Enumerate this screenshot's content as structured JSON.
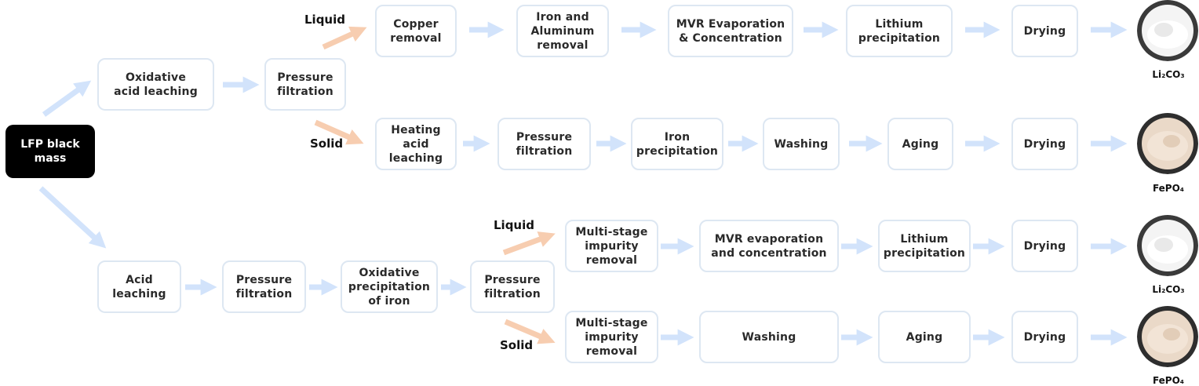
{
  "colors": {
    "blue_arrow": "#d2e3fb",
    "orange_arrow": "#f7cdb0",
    "box_border": "#dde7f2",
    "start_bg": "#000000"
  },
  "start": {
    "label": "LFP black\nmass"
  },
  "branch_labels": {
    "top_liquid": "Liquid",
    "top_solid": "Solid",
    "bottom_liquid": "Liquid",
    "bottom_solid": "Solid"
  },
  "steps": {
    "oxidative_acid_leaching": "Oxidative\nacid leaching",
    "pressure_filtration_1": "Pressure\nfiltration",
    "copper_removal": "Copper\nremoval",
    "iron_aluminum_removal": "Iron and\nAluminum\nremoval",
    "mvr_evap_1": "MVR Evaporation\n& Concentration",
    "lithium_precip_1": "Lithium\nprecipitation",
    "drying_1": "Drying",
    "heating_acid_leaching": "Heating\nacid\nleaching",
    "pressure_filtration_2": "Pressure\nfiltration",
    "iron_precipitation": "Iron\nprecipitation",
    "washing_1": "Washing",
    "aging_1": "Aging",
    "drying_2": "Drying",
    "acid_leaching": "Acid\nleaching",
    "pressure_filtration_3": "Pressure\nfiltration",
    "oxidative_precip_iron": "Oxidative\nprecipitation\nof iron",
    "pressure_filtration_4": "Pressure\nfiltration",
    "multi_stage_1": "Multi-stage\nimpurity\nremoval",
    "mvr_evap_2": "MVR evaporation\nand concentration",
    "lithium_precip_2": "Lithium\nprecipitation",
    "drying_3": "Drying",
    "multi_stage_2": "Multi-stage\nimpurity\nremoval",
    "washing_2": "Washing",
    "aging_2": "Aging",
    "drying_4": "Drying"
  },
  "products": {
    "p1": "Li₂CO₃",
    "p2": "FePO₄",
    "p3": "Li₂CO₃",
    "p4": "FePO₄"
  },
  "product_images": {
    "p1": "white-powder-icon",
    "p2": "beige-powder-icon",
    "p3": "white-powder-icon",
    "p4": "beige-powder-icon"
  }
}
